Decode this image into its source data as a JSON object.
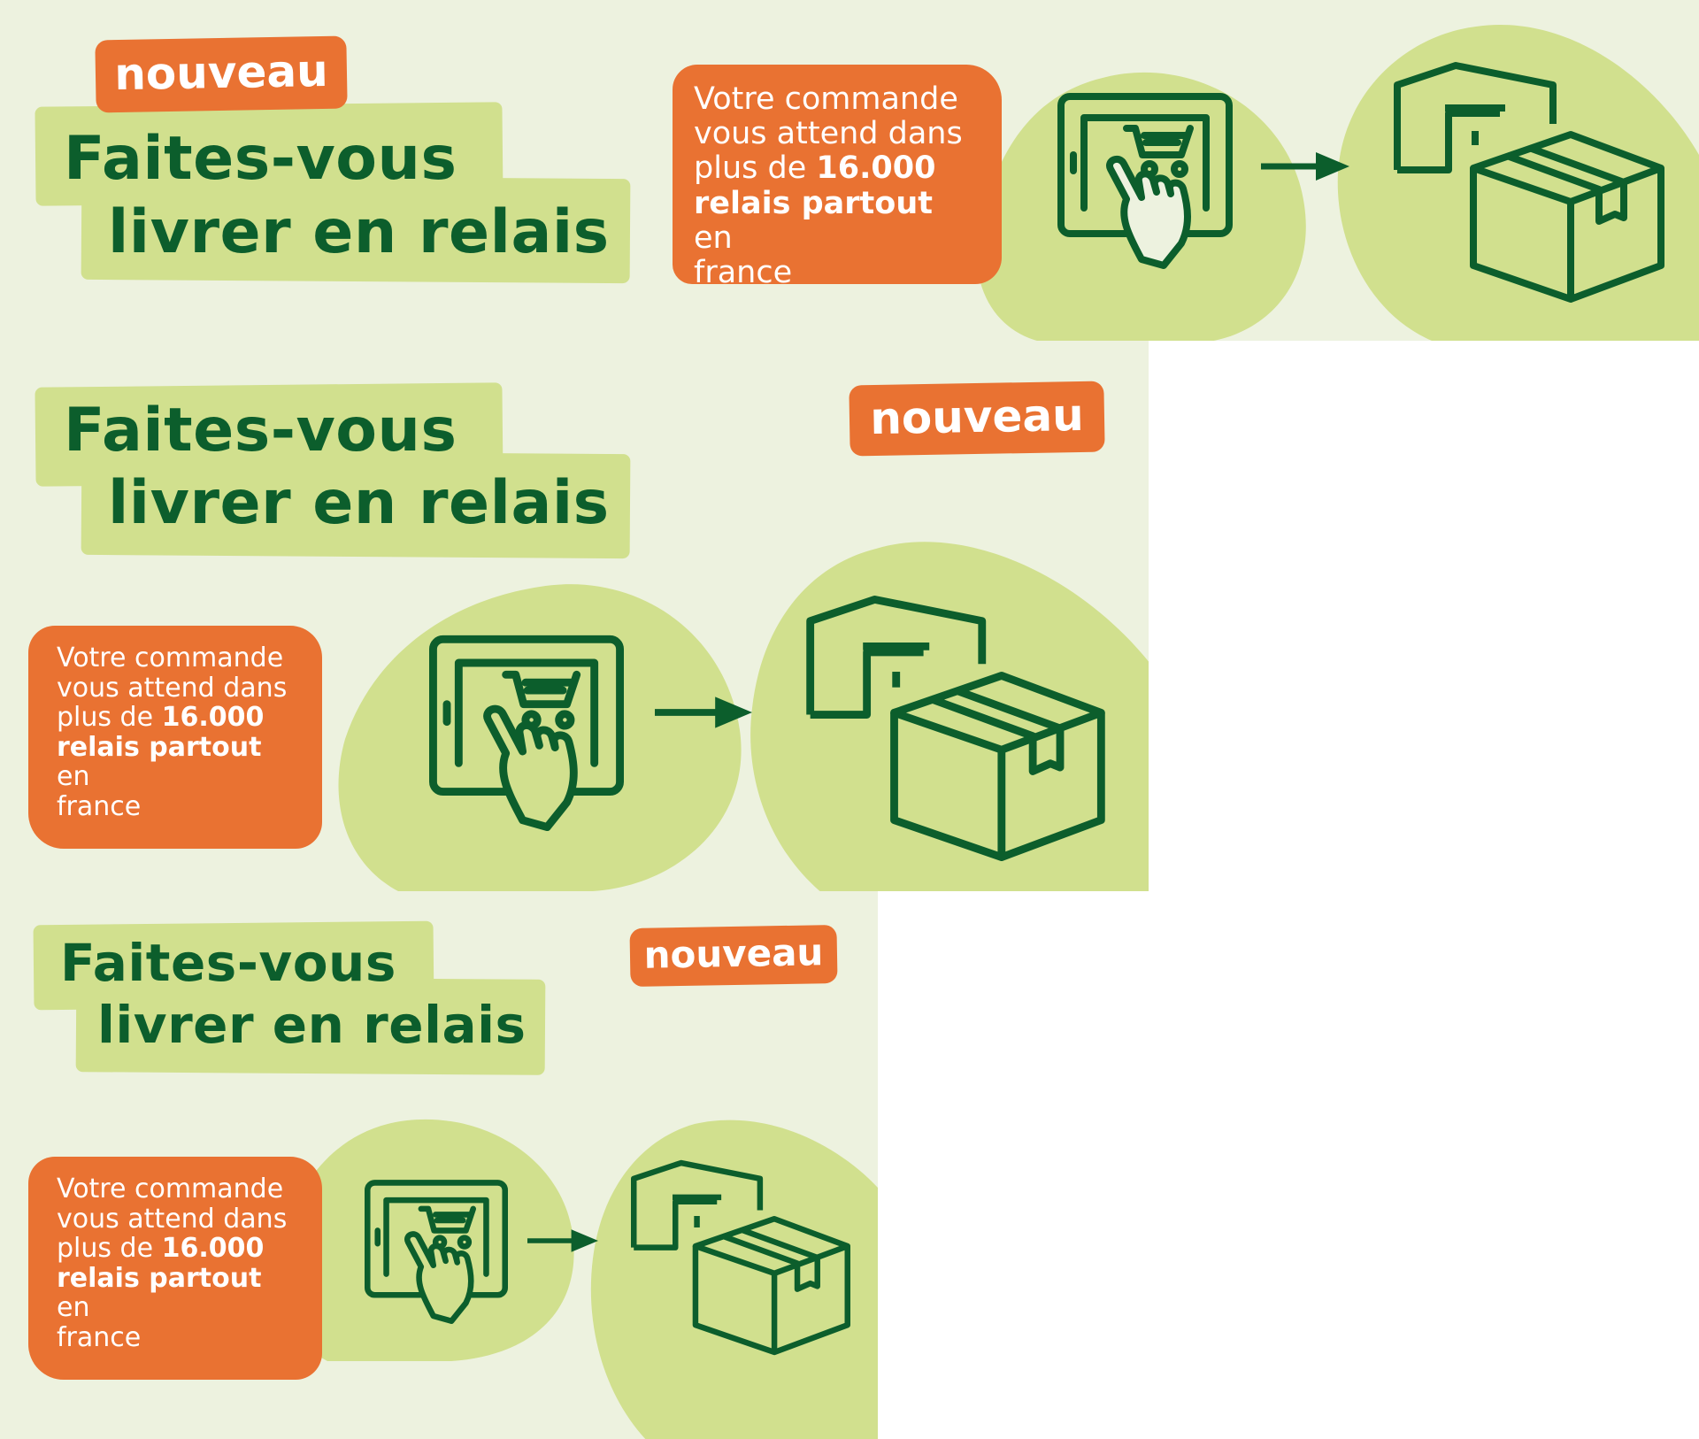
{
  "panels": [
    {
      "badge": "nouveau",
      "title_line1": "Faites-vous",
      "title_line2": "livrer en relais",
      "text_1": "Votre commande",
      "text_2": "vous attend dans",
      "text_3": "plus de ",
      "text_bold1": "16.000",
      "text_bold2": "relais partout",
      "text_4": " en",
      "text_5": "france"
    },
    {
      "badge": "nouveau",
      "title_line1": "Faites-vous",
      "title_line2": "livrer en relais",
      "text_1": "Votre commande",
      "text_2": "vous attend dans",
      "text_3": "plus de ",
      "text_bold1": "16.000",
      "text_bold2": "relais partout",
      "text_4": " en",
      "text_5": "france"
    },
    {
      "badge": "nouveau",
      "title_line1": "Faites-vous",
      "title_line2": "livrer en relais",
      "text_1": "Votre commande",
      "text_2": "vous attend dans",
      "text_3": "plus de ",
      "text_bold1": "16.000",
      "text_bold2": "relais partout",
      "text_4": " en",
      "text_5": "france"
    }
  ],
  "icons": {
    "step1": "tablet-cart-tap-icon",
    "arrow": "arrow-right-icon",
    "step2": "relay-point-parcel-icon"
  },
  "colors": {
    "background": "#edf2df",
    "light_green": "#d1e08e",
    "dark_green": "#0c5e2c",
    "orange": "#e97232"
  }
}
